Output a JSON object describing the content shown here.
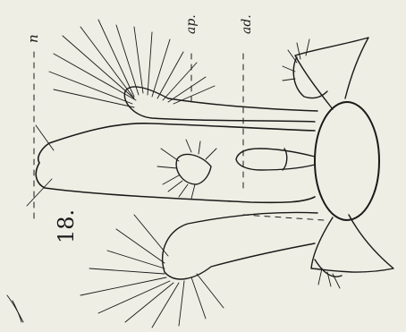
{
  "figure": {
    "number": "18.",
    "labels": {
      "n": "n",
      "ap": "ap.",
      "ad": "ad."
    }
  }
}
